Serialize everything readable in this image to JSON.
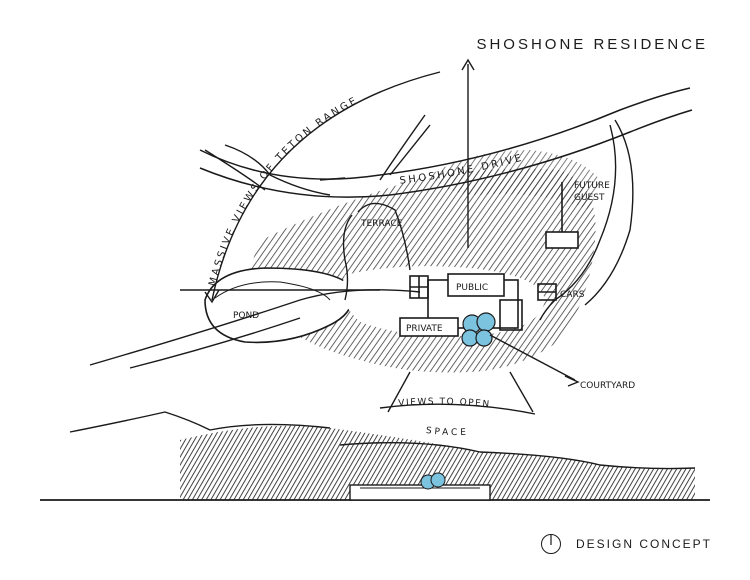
{
  "title": "SHOSHONE RESIDENCE",
  "footer": {
    "label": "DESIGN CONCEPT",
    "icon": "north-arrow-icon"
  },
  "labels": {
    "views_teton": "MASSIVE VIEWS OF TETON RANGE",
    "shoshone_drive": "SHOSHONE DRIVE",
    "future_guest_1": "FUTURE",
    "future_guest_2": "GUEST",
    "terrace": "TERRACE",
    "public": "PUBLIC",
    "cars": "CARS",
    "pond": "POND",
    "private": "PRIVATE",
    "courtyard": "COURTYARD",
    "views_open_1": "VIEWS TO OPEN",
    "views_open_2": "SPACE"
  },
  "colors": {
    "ink": "#1a1a1a",
    "water": "#7cc3df",
    "paper": "#ffffff"
  }
}
